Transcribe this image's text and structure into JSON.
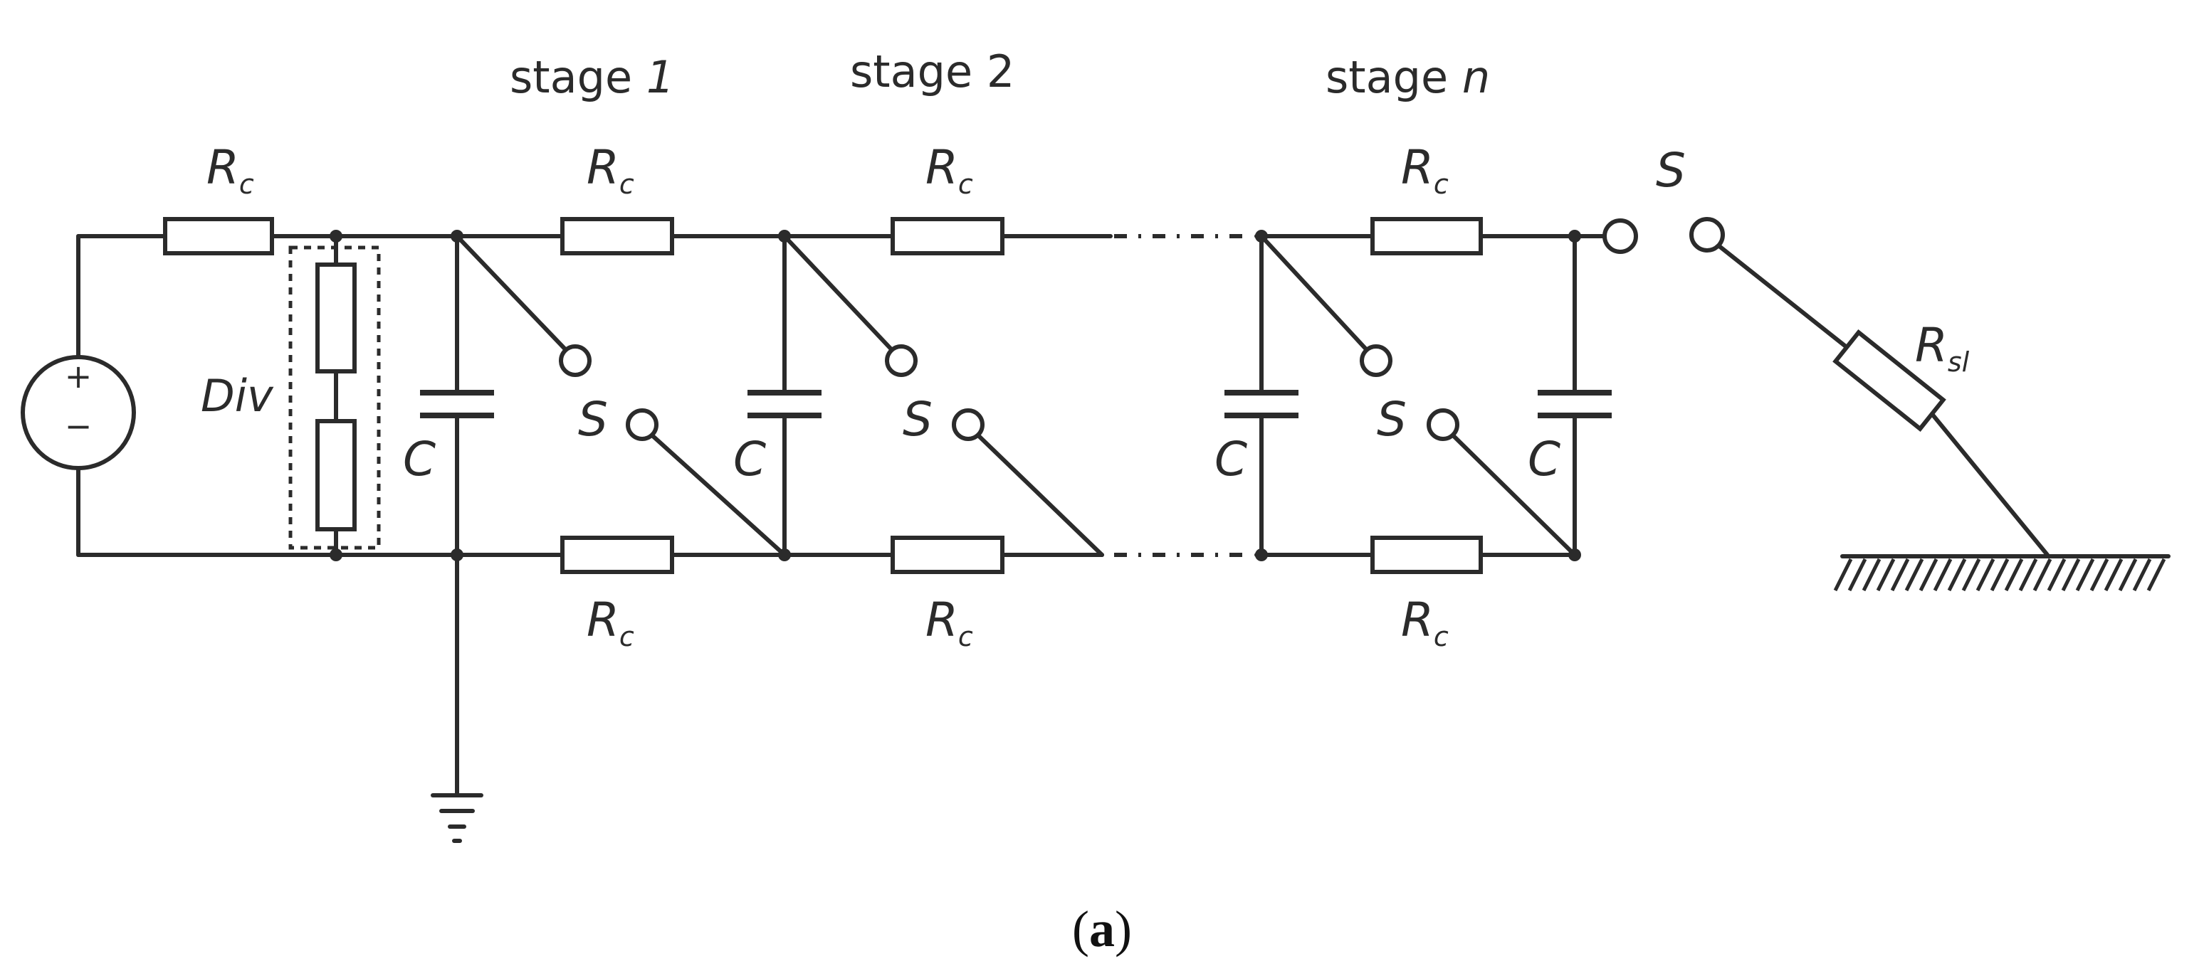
{
  "stages": {
    "stage1": {
      "word": "stage",
      "index": "1"
    },
    "stage2": {
      "word": "stage",
      "index": "2"
    },
    "stageN": {
      "word": "stage",
      "index": "n"
    }
  },
  "components": {
    "resistor_main": "R",
    "resistor_sub": "c",
    "load_main": "R",
    "load_sub": "sl",
    "capacitor": "C",
    "switch": "S",
    "divider": "Div",
    "source_plus": "+",
    "source_minus": "−"
  },
  "caption": {
    "open": "(",
    "letter": "a",
    "close": ")"
  }
}
